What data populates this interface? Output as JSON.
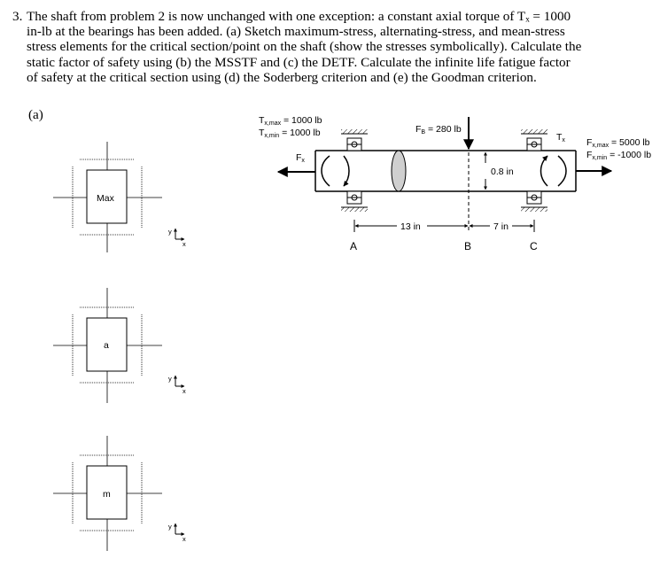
{
  "problem": {
    "number": "3.",
    "lines": [
      "The shaft from problem 2 is now unchanged with one exception: a constant axial torque of Tₓ = 1000",
      "in-lb at the bearings has been added. (a) Sketch maximum-stress, alternating-stress, and mean-stress",
      "stress elements for the critical section/point on the shaft (show the stresses symbolically). Calculate the",
      "static factor of safety using (b) the MSSTF and (c) the DETF. Calculate the infinite life fatigue factor",
      "of safety at the critical section using (d) the Soderberg criterion and (e) the Goodman criterion."
    ]
  },
  "part_label": "(a)",
  "diagram": {
    "torque_max": {
      "main": "T",
      "sub": "x,max",
      "rest": " = 1000 lb"
    },
    "torque_min": {
      "main": "T",
      "sub": "x,min",
      "rest": " = 1000 lb"
    },
    "force_x": {
      "main": "F",
      "sub": "x"
    },
    "force_b": {
      "main": "F",
      "sub": "B",
      "rest": " = 280 lb"
    },
    "torque_right": {
      "main": "T",
      "sub": "x"
    },
    "fx_max": {
      "main": "F",
      "sub": "x,max",
      "rest": " = 5000 lb"
    },
    "fx_min": {
      "main": "F",
      "sub": "x,min",
      "rest": " = -1000 lb"
    },
    "dim_diameter": "0.8 in",
    "dim_ab": "13 in",
    "dim_bc": "7 in",
    "point_a": "A",
    "point_b": "B",
    "point_c": "C"
  },
  "elements": [
    {
      "label": "Max",
      "axis_y": "y",
      "axis_x": "x"
    },
    {
      "label": "a",
      "axis_y": "y",
      "axis_x": "x"
    },
    {
      "label": "m",
      "axis_y": "y",
      "axis_x": "x"
    }
  ]
}
